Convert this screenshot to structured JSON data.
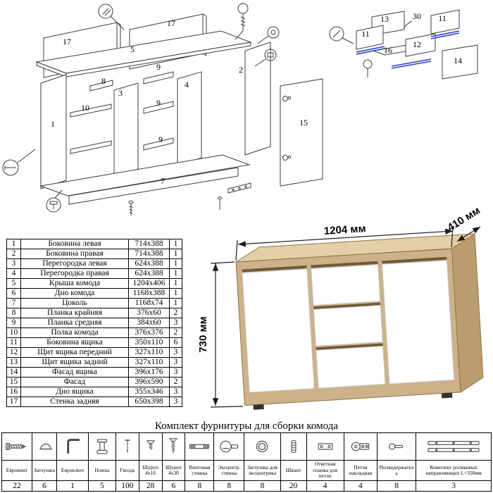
{
  "diagram": {
    "labels": {
      "l17a": "17",
      "l17b": "17",
      "l5": "5",
      "l8": "8",
      "l3": "3",
      "l9a": "9",
      "l4": "4",
      "l2": "2",
      "l10": "10",
      "l1": "1",
      "l9b": "9",
      "l9c": "9",
      "l7": "7",
      "l15": "15",
      "l13": "13",
      "l11a": "11",
      "l11b": "11",
      "l12": "12",
      "l16": "16",
      "l14": "14",
      "l30": "30"
    }
  },
  "dresser": {
    "width": "1204 мм",
    "depth": "410 мм",
    "height": "730 мм"
  },
  "parts": {
    "rows": [
      {
        "n": "1",
        "name": "Боковина левая",
        "size": "714x388",
        "q": "1"
      },
      {
        "n": "2",
        "name": "Боковина правая",
        "size": "714x388",
        "q": "1"
      },
      {
        "n": "3",
        "name": "Перегородка левая",
        "size": "624x388",
        "q": "1"
      },
      {
        "n": "4",
        "name": "Перегородка правая",
        "size": "624x388",
        "q": "1"
      },
      {
        "n": "5",
        "name": "Крыша комода",
        "size": "1204x406",
        "q": "1"
      },
      {
        "n": "6",
        "name": "Дно комода",
        "size": "1168x388",
        "q": "1"
      },
      {
        "n": "7",
        "name": "Цоколь",
        "size": "1168x74",
        "q": "1"
      },
      {
        "n": "8",
        "name": "Планка крайняя",
        "size": "376x60",
        "q": "2"
      },
      {
        "n": "9",
        "name": "Планка средняя",
        "size": "384x60",
        "q": "3"
      },
      {
        "n": "10",
        "name": "Полка комода",
        "size": "376x376",
        "q": "2"
      },
      {
        "n": "11",
        "name": "Боковина ящика",
        "size": "350x110",
        "q": "6"
      },
      {
        "n": "12",
        "name": "Щит ящика передний",
        "size": "327x110",
        "q": "3"
      },
      {
        "n": "13",
        "name": "Щит ящика задний",
        "size": "327x110",
        "q": "3"
      },
      {
        "n": "14",
        "name": "Фасад ящика",
        "size": "396x176",
        "q": "3"
      },
      {
        "n": "15",
        "name": "Фасад",
        "size": "396x590",
        "q": "2"
      },
      {
        "n": "16",
        "name": "Дно ящика",
        "size": "355x346",
        "q": "3"
      },
      {
        "n": "17",
        "name": "Стенка задняя",
        "size": "650x398",
        "q": "3"
      }
    ]
  },
  "hardware": {
    "title": "Комплект фурнитуры для сборки комода",
    "items": [
      {
        "name": "Евровинт",
        "qty": "22",
        "icon": "confirmat-screw-icon"
      },
      {
        "name": "Заглушка",
        "qty": "6",
        "icon": "cap-icon"
      },
      {
        "name": "Евроключ",
        "qty": "1",
        "icon": "hex-key-icon"
      },
      {
        "name": "Ножка",
        "qty": "5",
        "icon": "leg-icon"
      },
      {
        "name": "Гвоздь",
        "qty": "100",
        "icon": "nail-icon"
      },
      {
        "name": "Шуруп 4x16",
        "qty": "28",
        "icon": "screw-short-icon"
      },
      {
        "name": "Шуруп 4x30",
        "qty": "6",
        "icon": "screw-long-icon"
      },
      {
        "name": "Винтовая стяжка",
        "qty": "8",
        "icon": "screw-connector-icon"
      },
      {
        "name": "Эксцентр. стяжка",
        "qty": "8",
        "icon": "cam-lock-icon"
      },
      {
        "name": "Заглушка для эксцентрика",
        "qty": "8",
        "icon": "cam-cap-icon"
      },
      {
        "name": "Шкант",
        "qty": "20",
        "icon": "dowel-icon"
      },
      {
        "name": "Ответная планка для петли",
        "qty": "4",
        "icon": "hinge-plate-icon"
      },
      {
        "name": "Петля накладная",
        "qty": "4",
        "icon": "hinge-icon"
      },
      {
        "name": "Полкодержатель",
        "qty": "8",
        "icon": "shelf-pin-icon"
      },
      {
        "name": "Комплект роликовых направляющих L=350мм",
        "qty": "3",
        "icon": "drawer-slides-icon"
      }
    ]
  }
}
